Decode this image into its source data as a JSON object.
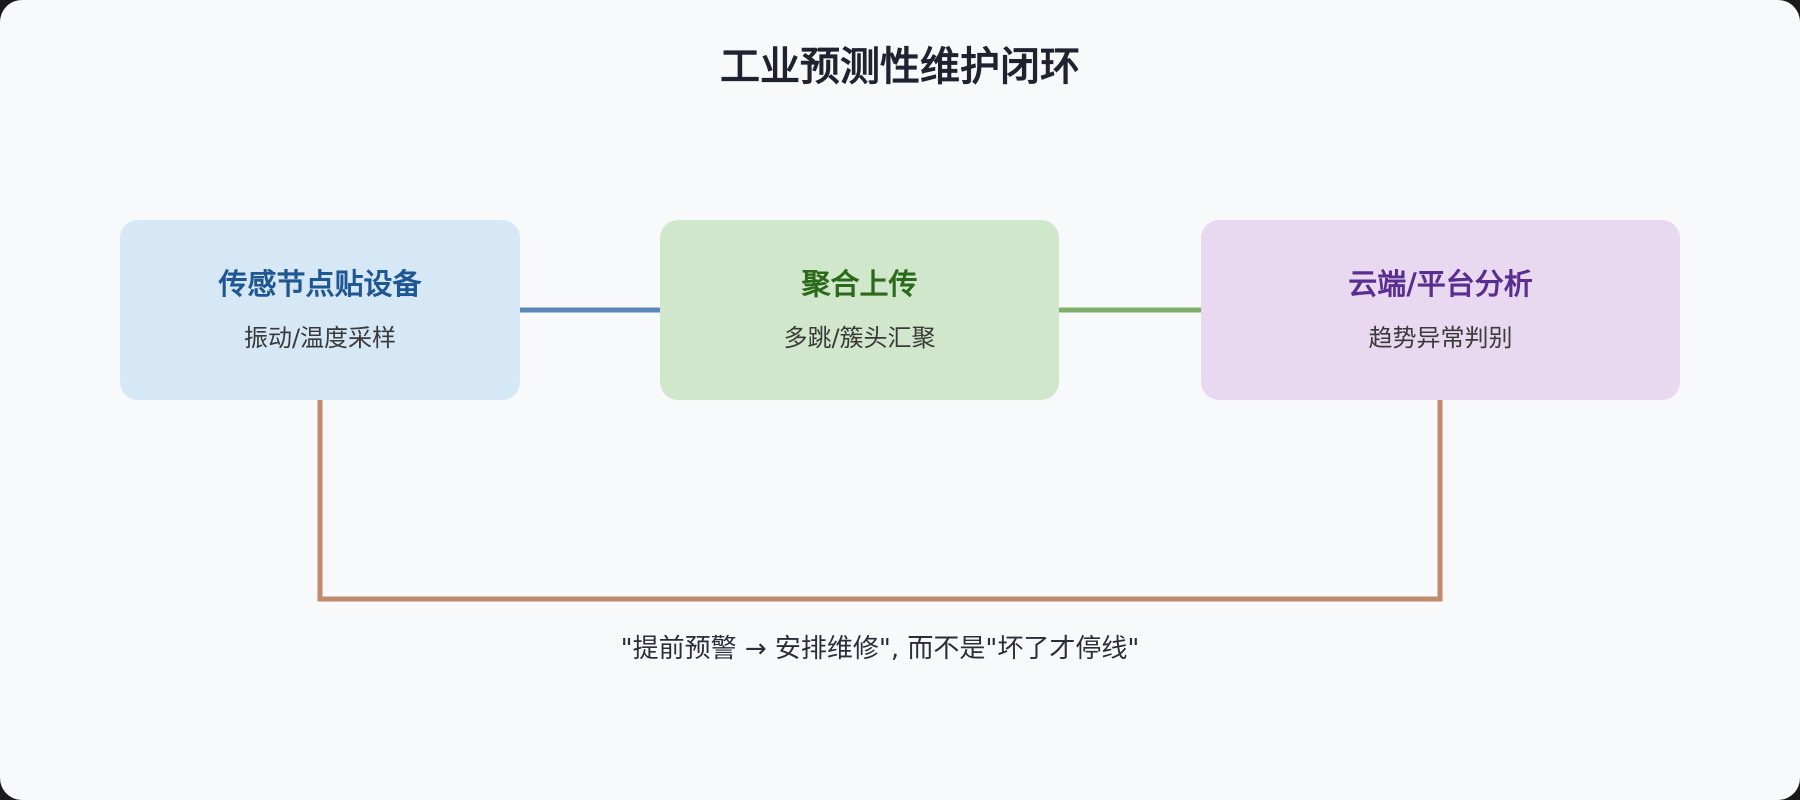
{
  "title": "工业预测性维护闭环",
  "nodes": [
    {
      "title": "传感节点贴设备",
      "subtitle": "振动/温度采样"
    },
    {
      "title": "聚合上传",
      "subtitle": "多跳/簇头汇聚"
    },
    {
      "title": "云端/平台分析",
      "subtitle": "趋势异常判别"
    }
  ],
  "caption": "\"提前预警 → 安排维修\", 而不是\"坏了才停线\"",
  "colors": {
    "node1_fill": "#d6e7f6",
    "node1_title": "#1f5793",
    "node2_fill": "#d0e7cb",
    "node2_title": "#2b6a1a",
    "node3_fill": "#e9d9f0",
    "node3_title": "#5a2d91",
    "connector1": "#5b88b8",
    "connector2": "#7fb06a",
    "loop": "#c08a6c"
  }
}
